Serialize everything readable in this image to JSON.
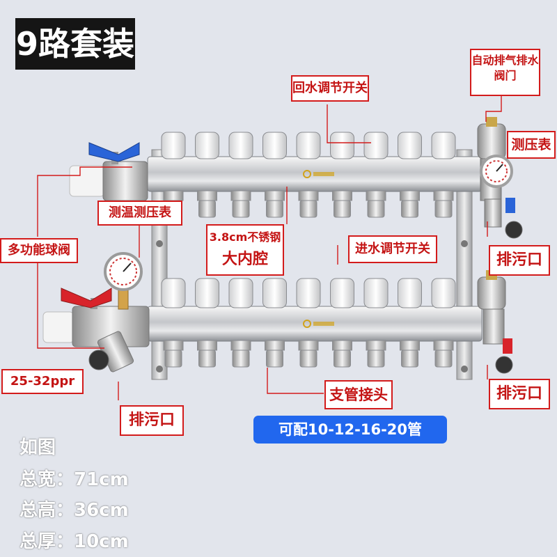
{
  "title": "9路套装",
  "outlet_count": 9,
  "labels": {
    "return_valve": "回水调节开关",
    "auto_vent": "自动排气排水阀门",
    "pressure_gauge": "测压表",
    "temp_pressure_gauge": "测温测压表",
    "multi_ball_valve": "多功能球阀",
    "material_line1": "3.8cm不锈钢",
    "material_line2": "大内腔",
    "supply_valve": "进水调节开关",
    "drain_right_top": "排污口",
    "drain_right_bottom": "排污口",
    "drain_left": "排污口",
    "pipe_size": "25-32ppr",
    "branch_fitting": "支管接头",
    "compatible_pipes": "可配10-12-16-20管"
  },
  "dimensions": {
    "heading": "如图",
    "width": "总宽：71cm",
    "height": "总高：36cm",
    "depth": "总厚：10cm"
  },
  "colors": {
    "label_border": "#d31b1b",
    "label_text": "#c41414",
    "pill_blue": "#2167ee",
    "background": "#e2e5ec"
  }
}
